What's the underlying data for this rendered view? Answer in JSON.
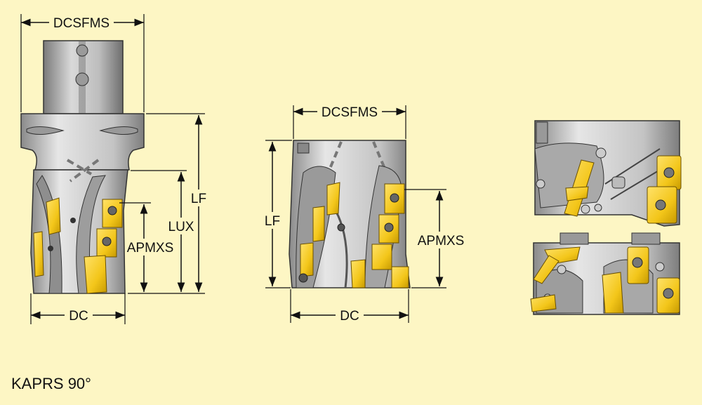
{
  "colors": {
    "background": "#fdf6c4",
    "body_light": "#e4e4e4",
    "body_mid": "#b9b9b9",
    "body_dark": "#6c6c6c",
    "insert_yellow": "#f3c61a",
    "insert_dark": "#8a6a00",
    "dimension_line": "#111111"
  },
  "views": {
    "shank_cutter": {
      "labels": {
        "dcsfms": "DCSFMS",
        "lf": "LF",
        "lux": "LUX",
        "apmxs": "APMXS",
        "dc": "DC"
      }
    },
    "shell_cutter": {
      "labels": {
        "dcsfms": "DCSFMS",
        "lf": "LF",
        "apmxs": "APMXS",
        "dc": "DC"
      }
    },
    "detail_views": {}
  },
  "caption": "KAPRS 90°"
}
